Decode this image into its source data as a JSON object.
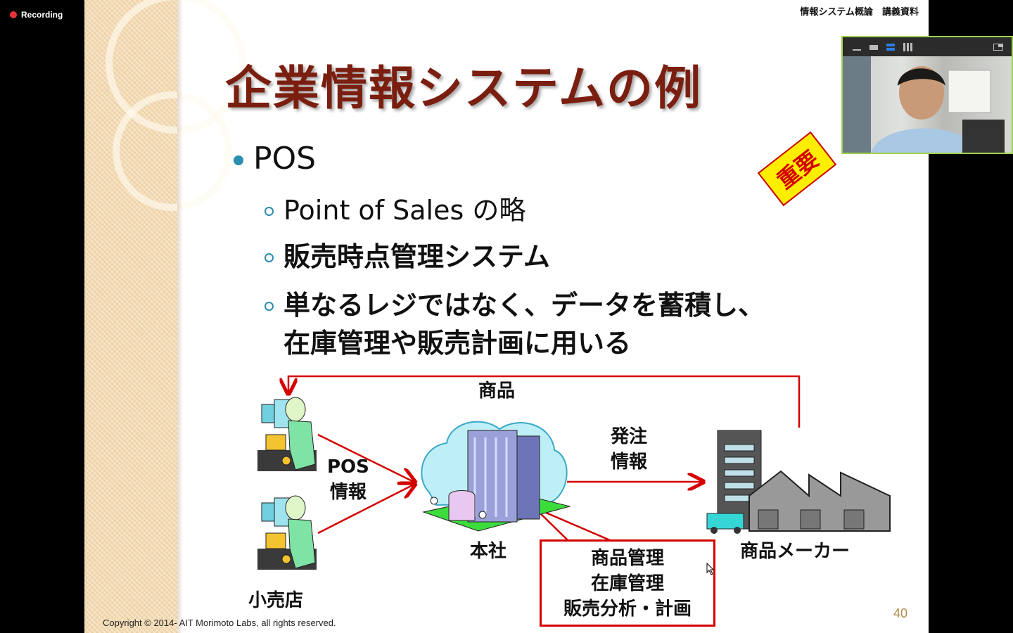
{
  "recording": {
    "label": "Recording",
    "dot_color": "#e5343a"
  },
  "slide": {
    "header": "情報システム概論　講義資料",
    "title": "企業情報システムの例",
    "bullet": "POS",
    "subs": [
      "Point of Sales の略",
      "販売時点管理システム",
      "単なるレジではなく、データを蓄積し、",
      "在庫管理や販売計画に用いる"
    ],
    "badge": "重要",
    "diagram": {
      "goods": "商品",
      "pos_info": [
        "POS",
        "情報"
      ],
      "order_info": [
        "発注",
        "情報"
      ],
      "hq": "本社",
      "retailer": "小売店",
      "maker": "商品メーカー",
      "management": [
        "商品管理",
        "在庫管理",
        "販売分析・計画"
      ]
    },
    "copyright": "Copyright © 2014- AIT Morimoto Labs, all rights reserved.",
    "page_number": "40"
  },
  "colors": {
    "title": "#7a1e10",
    "accent": "#2b8db0",
    "arrow": "#d40000",
    "badge_bg": "#ffee00",
    "video_border": "#9fd24b"
  },
  "icons": [
    "minimize-icon",
    "window-icon",
    "speaker-view-icon",
    "gallery-view-icon",
    "exit-fullscreen-icon"
  ]
}
